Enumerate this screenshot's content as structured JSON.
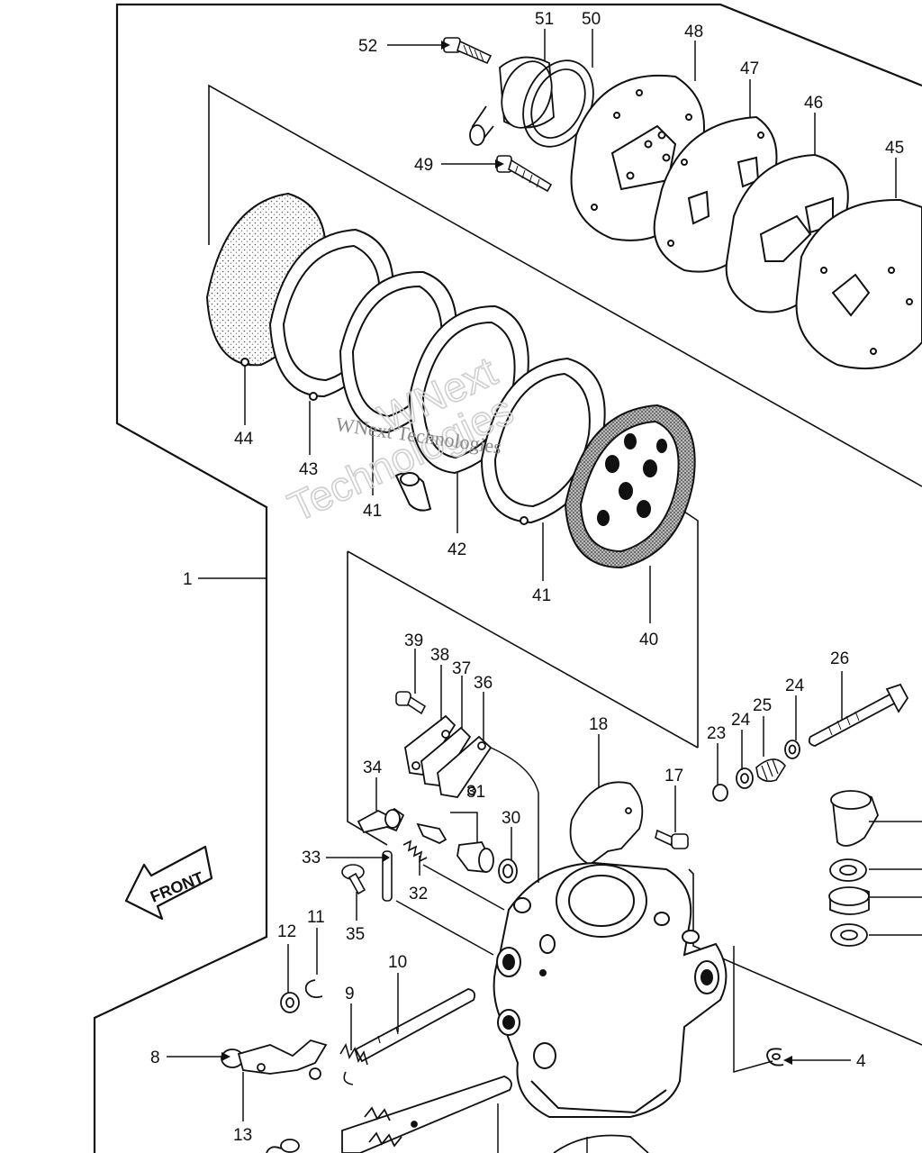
{
  "callouts": {
    "p1": "1",
    "p4": "4",
    "p8": "8",
    "p9": "9",
    "p10": "10",
    "p11": "11",
    "p12": "12",
    "p13": "13",
    "p17": "17",
    "p18": "18",
    "p23": "23",
    "p24a": "24",
    "p24b": "24",
    "p25": "25",
    "p26": "26",
    "p30": "30",
    "p31": "31",
    "p32": "32",
    "p33": "33",
    "p34": "34",
    "p35": "35",
    "p36": "36",
    "p37": "37",
    "p38": "38",
    "p39": "39",
    "p40": "40",
    "p41a": "41",
    "p41b": "41",
    "p42": "42",
    "p43": "43",
    "p44": "44",
    "p45": "45",
    "p46": "46",
    "p47": "47",
    "p48": "48",
    "p49": "49",
    "p50": "50",
    "p51": "51",
    "p52": "52"
  },
  "front_label": "FRONT",
  "watermark": {
    "line1": "WNext",
    "line2": "Technologies",
    "small": "WNext Technologies"
  }
}
